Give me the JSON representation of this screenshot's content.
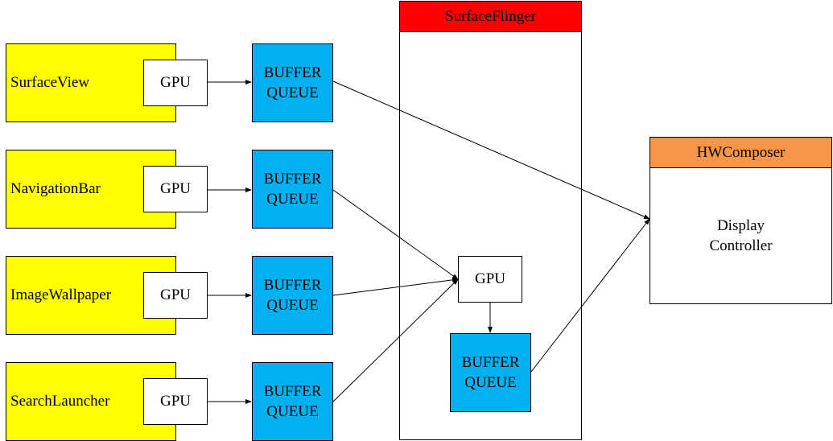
{
  "apps": [
    {
      "label": "SurfaceView",
      "gpu": "GPU",
      "buffer": [
        "BUFFER",
        "QUEUE"
      ]
    },
    {
      "label": "NavigationBar",
      "gpu": "GPU",
      "buffer": [
        "BUFFER",
        "QUEUE"
      ]
    },
    {
      "label": "ImageWallpaper",
      "gpu": "GPU",
      "buffer": [
        "BUFFER",
        "QUEUE"
      ]
    },
    {
      "label": "SearchLauncher",
      "gpu": "GPU",
      "buffer": [
        "BUFFER",
        "QUEUE"
      ]
    }
  ],
  "surfaceflinger": {
    "title": "SurfaceFlinger",
    "header_color": "#ff0000",
    "gpu": "GPU",
    "buffer": [
      "BUFFER",
      "QUEUE"
    ]
  },
  "hwcomposer": {
    "title": "HWComposer",
    "header_color": "#f79646",
    "body": [
      "Display",
      "Controller"
    ]
  },
  "colors": {
    "app_fill": "#ffff00",
    "buffer_fill": "#00b0f0"
  }
}
